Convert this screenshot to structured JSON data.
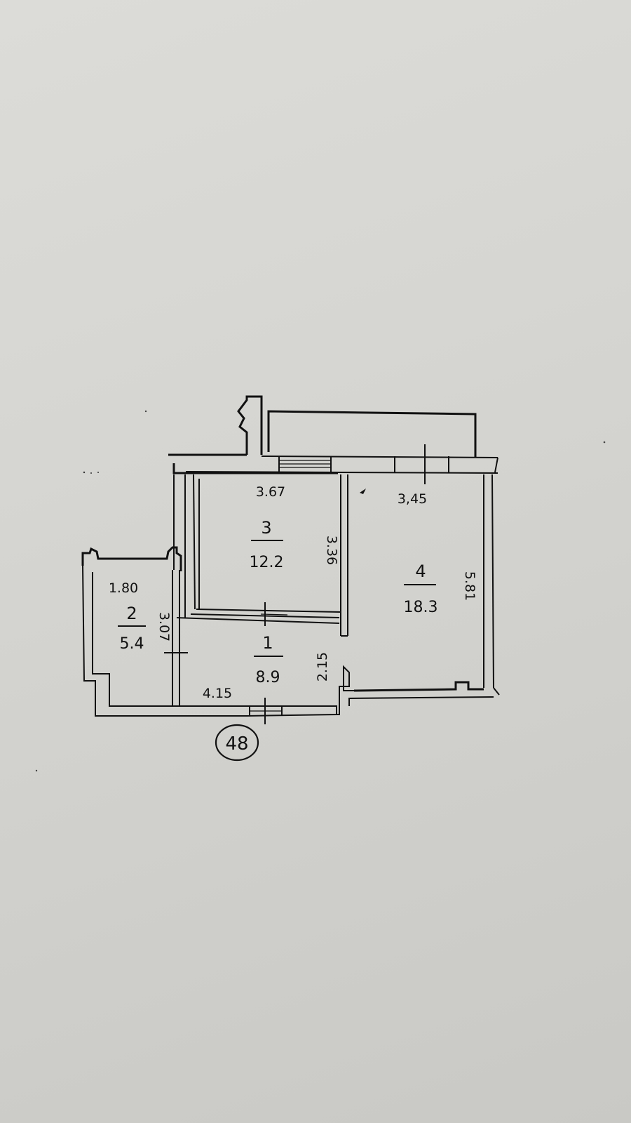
{
  "plan": {
    "rooms": [
      {
        "id": "1",
        "number": "1",
        "area": "8.9"
      },
      {
        "id": "2",
        "number": "2",
        "area": "5.4"
      },
      {
        "id": "3",
        "number": "3",
        "area": "12.2"
      },
      {
        "id": "4",
        "number": "4",
        "area": "18.3"
      }
    ],
    "dimensions": {
      "room3_width": "3.67",
      "room3_height": "3.36",
      "room4_width": "3,45",
      "room4_height": "5.81",
      "room2_width": "1.80",
      "room2_height": "3.07",
      "room1_width": "4.15",
      "room1_height": "2.15"
    },
    "apartment_number": "48"
  }
}
